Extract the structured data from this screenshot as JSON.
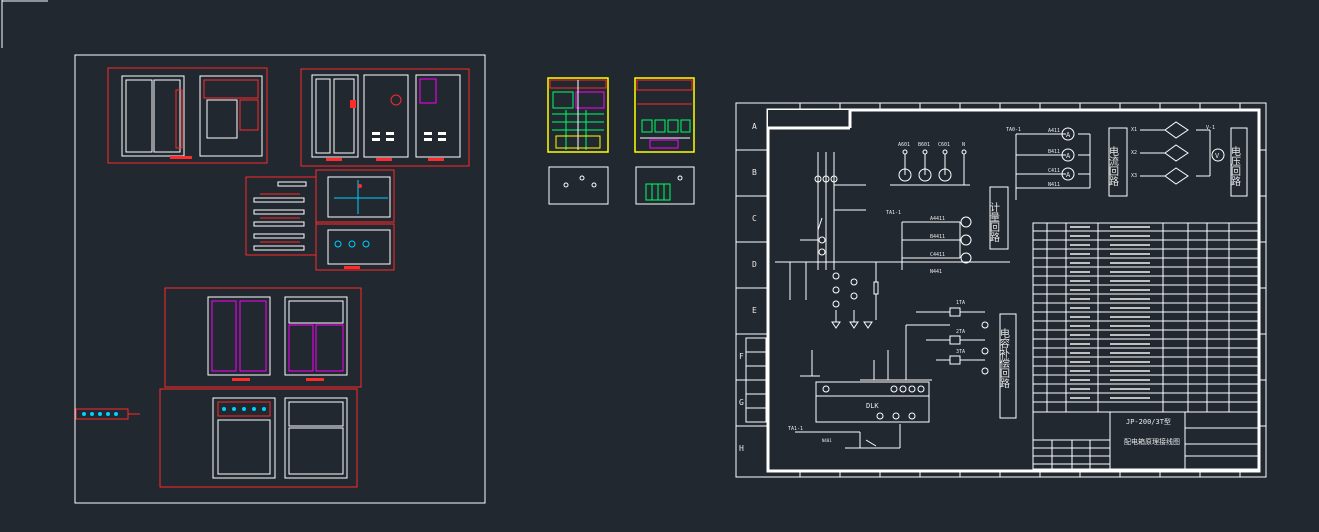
{
  "theme": {
    "background": "#212830",
    "sheet_border": "#ffffff",
    "frame_red": "#ff2a2a",
    "accent_yellow": "#ffff00",
    "accent_green": "#00ff66",
    "accent_magenta": "#ff00ff",
    "accent_cyan": "#00d0ff"
  },
  "schematic": {
    "grid_rows": [
      "A",
      "B",
      "C",
      "D",
      "E",
      "F",
      "G",
      "H"
    ],
    "tags": {
      "ta_top": "TA0-1",
      "ta_mid": "TA1-1",
      "ta_bottom": "TA1-1",
      "meter_a": "A411",
      "meter_b": "B411",
      "meter_c": "C411",
      "neutral": "N411",
      "v_a": "A601",
      "v_b": "B601",
      "v_c": "C601",
      "v_n": "N",
      "ct_a": "A4411",
      "ct_b": "B4411",
      "ct_c": "C4411",
      "ct_n": "N441",
      "pt_1": "1TA",
      "pt_2": "2TA",
      "pt_3": "3TA",
      "v_meter": "V-1",
      "dlk": "DLK",
      "ta_n": "N401"
    },
    "loops": {
      "current": "电流回路",
      "voltage": "电压回路",
      "metering": "计量回路",
      "other": "电容补偿回路"
    },
    "title_block": {
      "model": "JP-200/3T型",
      "drawing_name": "配电箱原理接线图"
    }
  }
}
